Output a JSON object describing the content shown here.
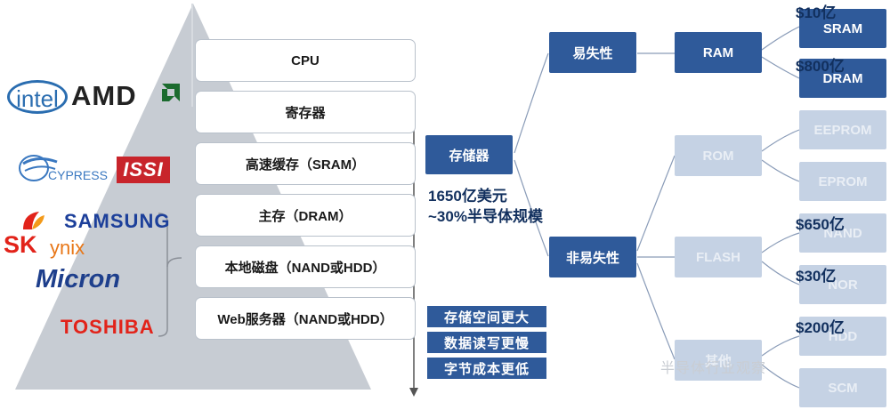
{
  "pyramid": {
    "layers": [
      "CPU",
      "寄存器",
      "高速缓存（SRAM）",
      "主存（DRAM）",
      "本地磁盘（NAND或HDD）",
      "Web服务器（NAND或HDD）"
    ]
  },
  "logos": {
    "intel": "intel",
    "amd": "AMD",
    "cypress": "CYPRESS",
    "issi": "ISSI",
    "samsung": "SAMSUNG",
    "sk": "SK",
    "hynix": "ynix",
    "micron": "Micron",
    "toshiba": "TOSHIBA"
  },
  "features": [
    "存储空间更大",
    "数据读写更慢",
    "字节成本更低"
  ],
  "tree": {
    "root": "存储器",
    "market_size": "1650亿美元",
    "market_share": "~30%半导体规模",
    "volatile": "易失性",
    "nonvolatile": "非易失性",
    "ram": "RAM",
    "sram": "SRAM",
    "dram": "DRAM",
    "rom": "ROM",
    "eeprom": "EEPROM",
    "eprom": "EPROM",
    "flash": "FLASH",
    "nand": "NAND",
    "nor": "NOR",
    "other": "其他",
    "scm": "SCM"
  },
  "prices": {
    "sram": "$10亿",
    "dram": "$800亿",
    "nand": "$650亿",
    "nor": "$30亿",
    "scm": "$200亿"
  },
  "watermark": "半导体行业观察",
  "colors": {
    "node_dark": "#2f5a9a",
    "node_light": "#c5d2e4",
    "pyramid": "#c7ccd3",
    "price_text": "#12305e"
  }
}
